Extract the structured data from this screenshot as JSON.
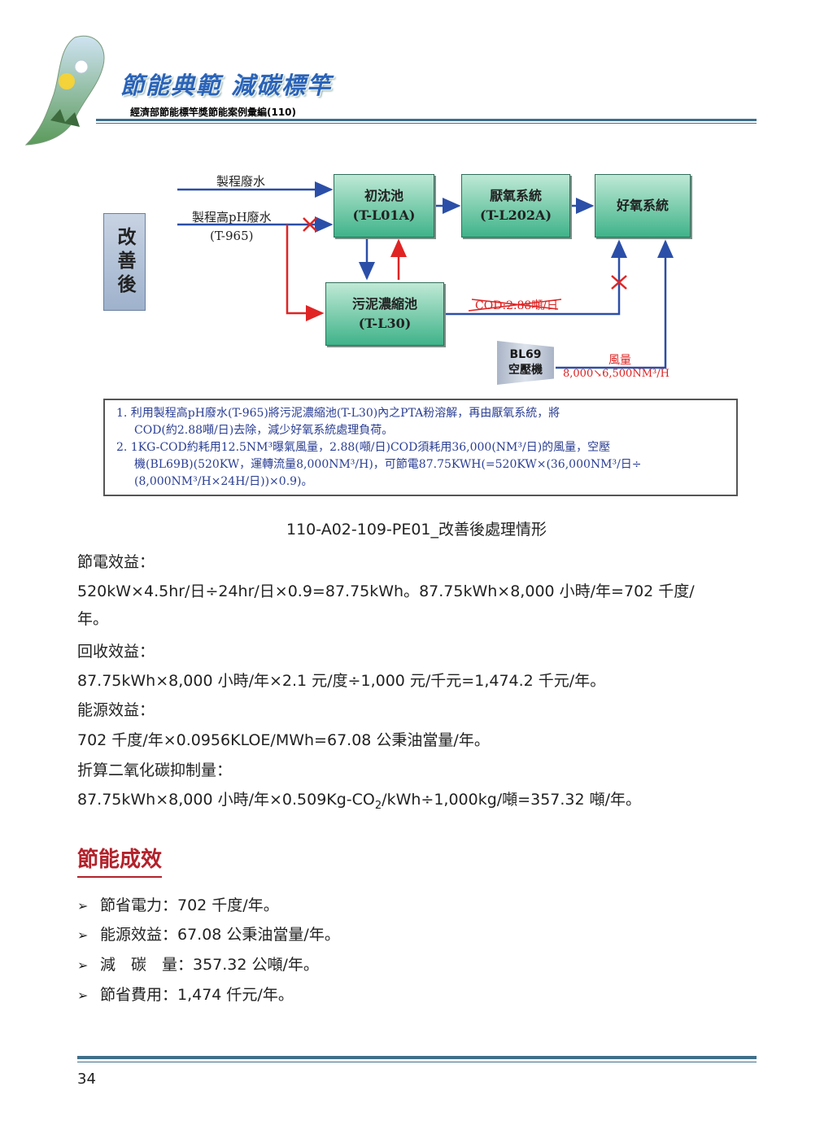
{
  "header": {
    "title": "節能典範 減碳標竿",
    "subtitle": "經濟部節能標竿獎節能案例彙編(110)"
  },
  "diagram": {
    "side_label": "改善後",
    "boxes": {
      "primary_tank": [
        "初沈池",
        "(T-L01A)"
      ],
      "anaerobic": [
        "厭氧系統",
        "(T-L202A)"
      ],
      "aerobic": [
        "好氧系統"
      ],
      "sludge_tank": [
        "污泥濃縮池",
        "(T-L30)"
      ]
    },
    "labels": {
      "process_wastewater": "製程廢水",
      "high_ph_wastewater": "製程高pH廢水",
      "high_ph_tag": "(T-965)",
      "cod": "COD:2.88噸/日",
      "air_flow_title": "風量",
      "air_flow_value": "8,000↘6,500NM³/H"
    },
    "compressor": [
      "BL69",
      "空壓機"
    ],
    "notes": [
      "1. 利用製程高pH廢水(T-965)將污泥濃縮池(T-L30)內之PTA粉溶解，再由厭氧系統，將",
      "COD(約2.88噸/日)去除，減少好氧系統處理負荷。",
      "2. 1KG-COD約耗用12.5NM³曝氣風量，2.88(噸/日)COD須耗用36,000(NM³/日)的風量，空壓",
      "機(BL69B)(520KW，運轉流量8,000NM³/H)，可節電87.75KWH(=520KW×(36,000NM³/日÷",
      "(8,000NM³/H×24H/日))×0.9)。"
    ]
  },
  "caption": "110-A02-109-PE01_改善後處理情形",
  "body": {
    "elec_title": "節電效益：",
    "elec_line1": "520kW×4.5hr/日÷24hr/日×0.9=87.75kWh。87.75kWh×8,000 小時/年=702 千度/",
    "elec_line2": "年。",
    "recovery_title": "回收效益：",
    "recovery_line": "87.75kWh×8,000 小時/年×2.1 元/度÷1,000 元/千元=1,474.2 千元/年。",
    "energy_title": "能源效益：",
    "energy_line": "702 千度/年×0.0956KLOE/MWh=67.08 公秉油當量/年。",
    "co2_title": "折算二氧化碳抑制量：",
    "co2_line_a": "87.75kWh×8,000 小時/年×0.509Kg-CO",
    "co2_sub": "2",
    "co2_line_b": "/kWh÷1,000kg/噸=357.32 噸/年。"
  },
  "results": {
    "title": "節能成效",
    "marker": "➢",
    "items": [
      "節省電力：702 千度/年。",
      "能源效益：67.08 公秉油當量/年。",
      "減　碳　量：357.32 公噸/年。",
      "節省費用：1,474 仟元/年。"
    ]
  },
  "page_number": "34",
  "colors": {
    "accent_red": "#b2222b",
    "flow_blue": "#2b4fa8",
    "flow_red": "#e02424",
    "box_green": "#3fb38a",
    "rule_blue": "#3f6f89"
  }
}
